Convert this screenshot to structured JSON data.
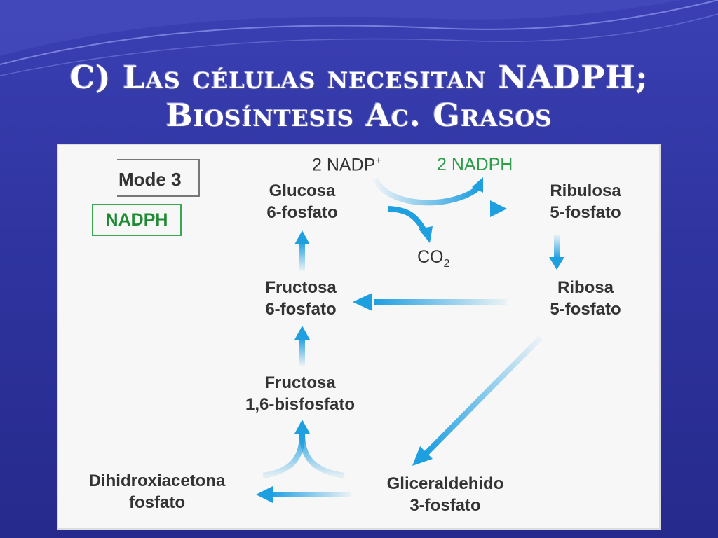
{
  "slide": {
    "title_line1": "C) Las células necesitan NADPH;",
    "title_line2": "Biosíntesis Ac. Grasos"
  },
  "diagram": {
    "mode_label": "Mode 3",
    "nadph_box_label": "NADPH",
    "metabolites": {
      "g6p": [
        "Glucosa",
        "6-fosfato"
      ],
      "f6p": [
        "Fructosa",
        "6-fosfato"
      ],
      "f16bp": [
        "Fructosa",
        "1,6-bisfosfato"
      ],
      "dhap": [
        "Dihidroxiacetona",
        "fosfato"
      ],
      "gap": [
        "Gliceraldehido",
        "3-fosfato"
      ],
      "ribulose": [
        "Ribulosa",
        "5-fosfato"
      ],
      "ribose": [
        "Ribosa",
        "5-fosfato"
      ]
    },
    "cofactors": {
      "nadp_in": "2 NADP",
      "nadp_in_charge": "+",
      "nadph_out": "2 NADPH",
      "co2": "CO",
      "co2_sub": "2"
    },
    "colors": {
      "arrow": "#1e9fe0",
      "nadph_green": "#2e9e4a",
      "label_dark": "#333333"
    }
  }
}
